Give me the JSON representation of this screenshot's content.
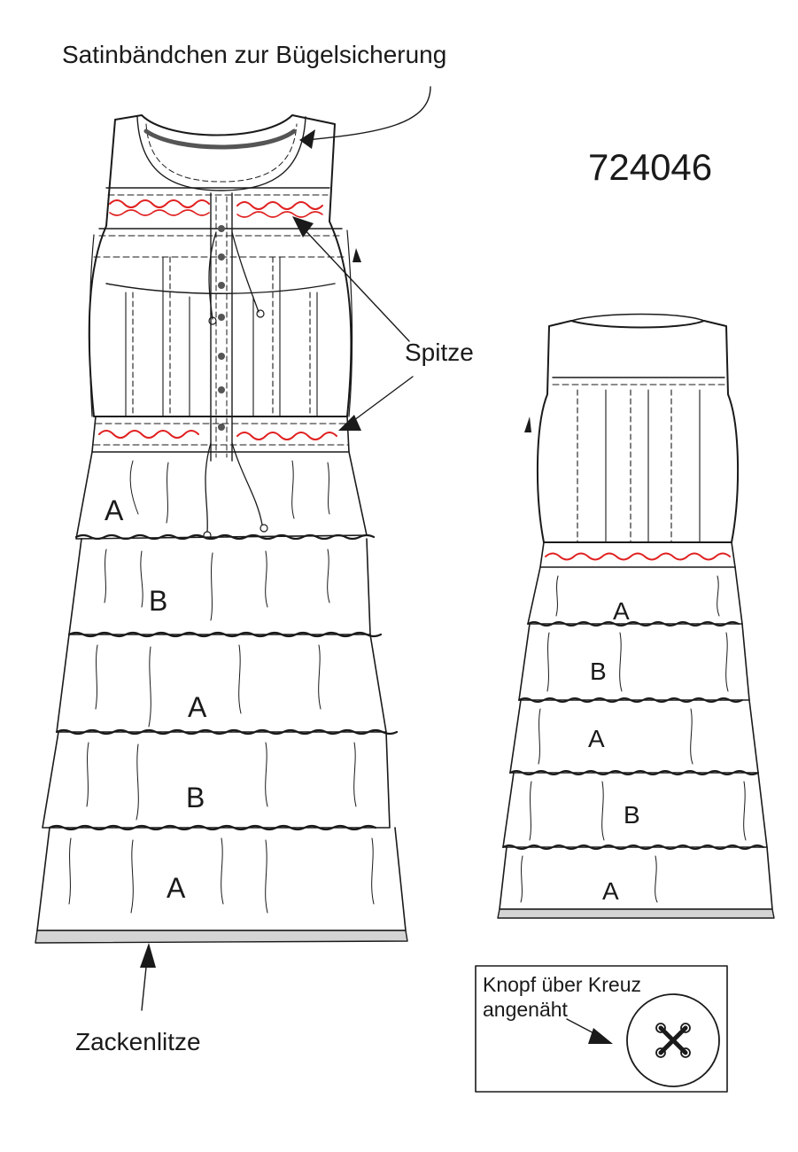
{
  "labels": {
    "ribbon_callout": "Satinbändchen zur Bügelsicherung",
    "model_number": "724046",
    "lace_callout": "Spitze",
    "trim_callout": "Zackenlitze",
    "button_note_line1": "Knopf über Kreuz",
    "button_note_line2": "angenäht"
  },
  "front_tiers": [
    "A",
    "B",
    "A",
    "B",
    "A"
  ],
  "back_tiers": [
    "A",
    "B",
    "A",
    "B",
    "A"
  ],
  "colors": {
    "line": "#1a1a1a",
    "lace": "#e02020",
    "trim_fill": "#d4d4d4",
    "ribbon": "#555555"
  }
}
